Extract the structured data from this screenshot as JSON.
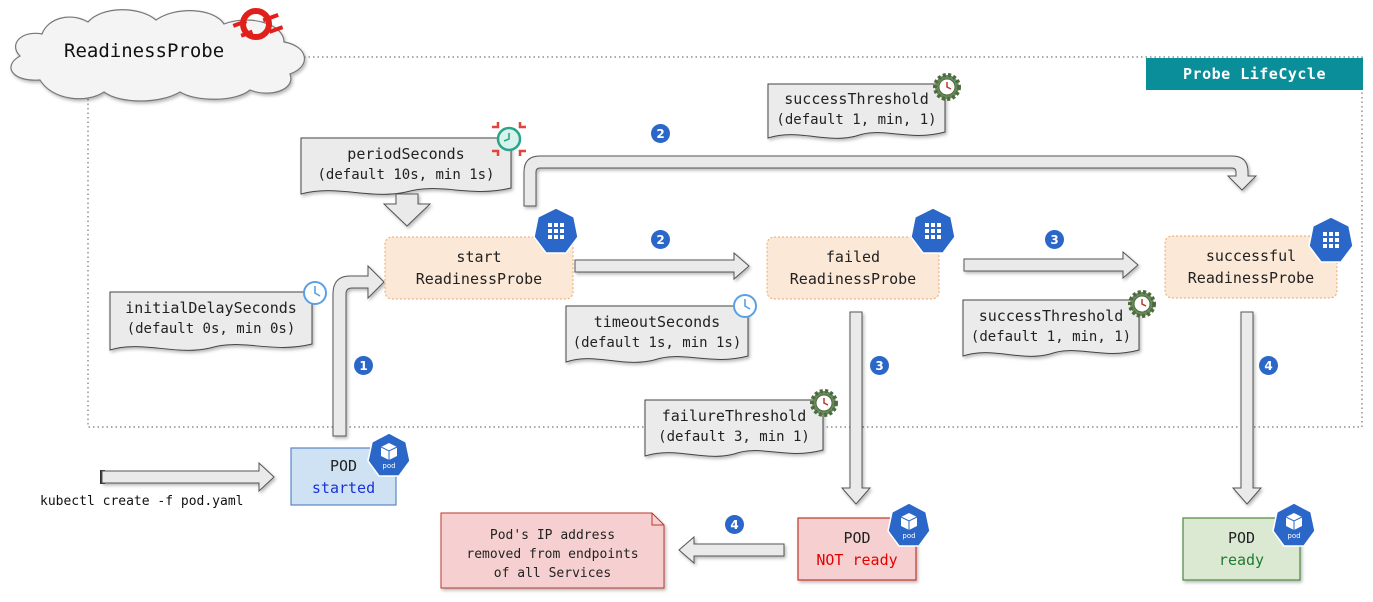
{
  "title": "ReadinessProbe",
  "lifecycle_label": "Probe LifeCycle",
  "command": "kubectl create -f pod.yaml",
  "notes": {
    "period": {
      "name": "periodSeconds",
      "detail": "(default 10s, min 1s)"
    },
    "initial_delay": {
      "name": "initialDelaySeconds",
      "detail": "(default 0s, min 0s)"
    },
    "timeout": {
      "name": "timeoutSeconds",
      "detail": "(default 1s, min 1s)"
    },
    "success_top": {
      "name": "successThreshold",
      "detail": "(default 1, min, 1)"
    },
    "success_mid": {
      "name": "successThreshold",
      "detail": "(default 1, min, 1)"
    },
    "failure": {
      "name": "failureThreshold",
      "detail": "(default 3, min 1)"
    }
  },
  "states": {
    "start": {
      "line1": "start",
      "line2": "ReadinessProbe"
    },
    "failed": {
      "line1": "failed",
      "line2": "ReadinessProbe"
    },
    "successful": {
      "line1": "successful",
      "line2": "ReadinessProbe"
    }
  },
  "pods": {
    "started": {
      "label": "POD",
      "status": "started",
      "icon_label": "pod"
    },
    "not_ready": {
      "label": "POD",
      "status": "NOT ready",
      "icon_label": "pod"
    },
    "ready": {
      "label": "POD",
      "status": "ready",
      "icon_label": "pod"
    }
  },
  "removed_note": [
    "Pod's IP address",
    "removed from endpoints",
    "of all Services"
  ],
  "steps": {
    "s1": "1",
    "s2_top": "2",
    "s2_mid": "2",
    "s3_mid": "3",
    "s3_down": "3",
    "s4_down": "4",
    "s4_left": "4"
  },
  "colors": {
    "accent": "#0a8f9a",
    "badge": "#2a67c9",
    "state_fill": "#fce8d6",
    "pod_started_fill": "#cfe2f3",
    "pod_notready_fill": "#f6d0d0",
    "pod_ready_fill": "#dbe9d2",
    "status_blue": "#1a32d8",
    "status_red": "#e60000",
    "status_green": "#1f7a32"
  },
  "icons": {
    "kube": "kubernetes-cube-icon",
    "clock": "clock-icon",
    "gear": "gear-clock-icon",
    "timer": "timer-icon",
    "logo": "openshift-logo-icon"
  }
}
